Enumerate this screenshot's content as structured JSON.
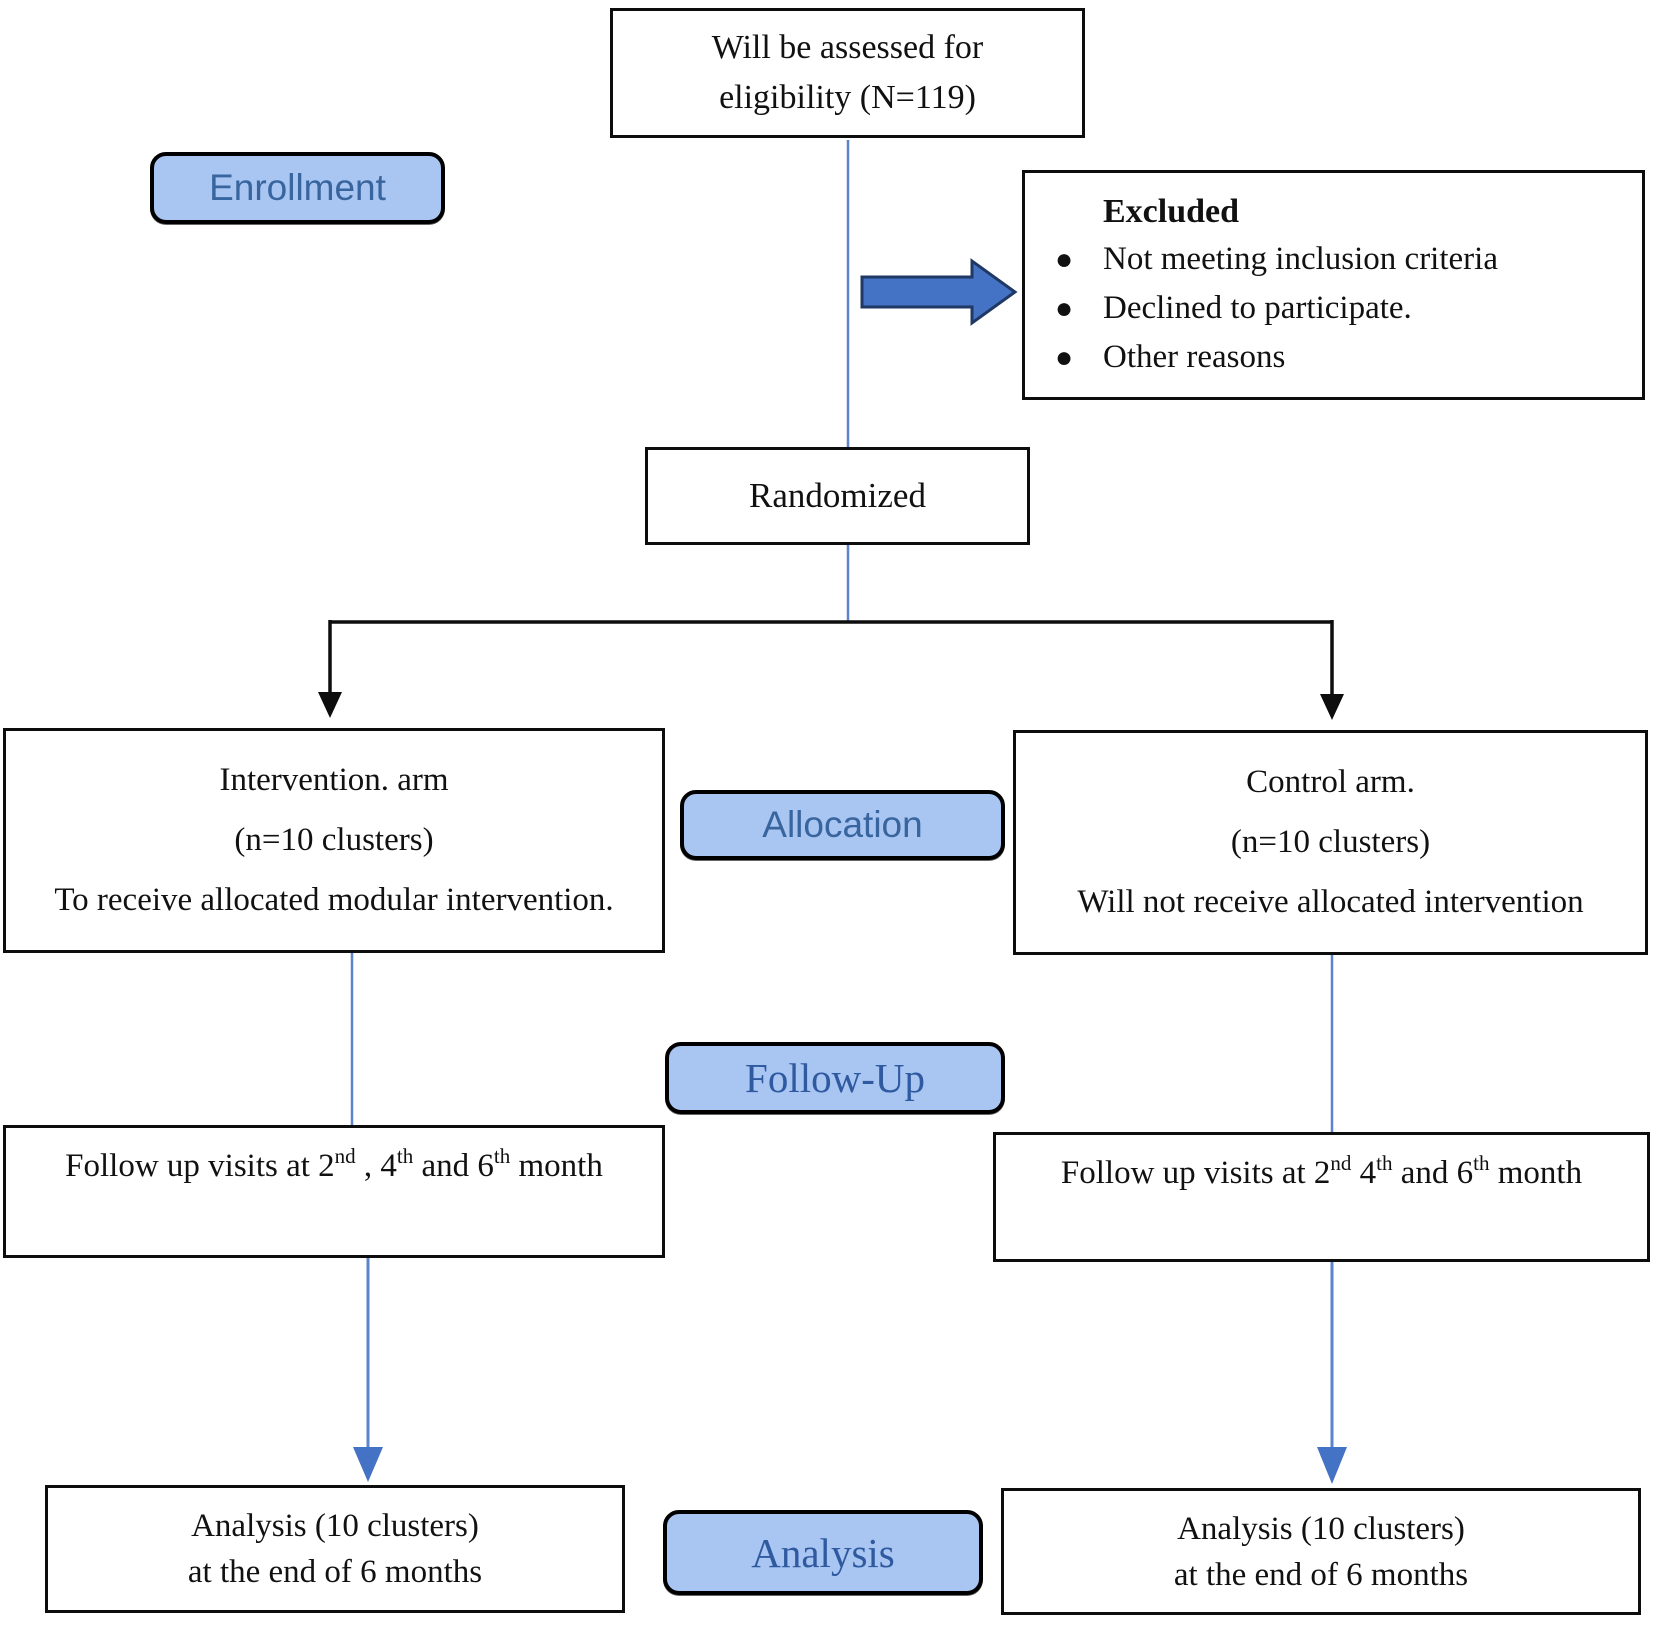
{
  "diagram": {
    "eligibility": {
      "line1": "Will be assessed for",
      "line2": "eligibility (N=119)"
    },
    "enrollment_label": "Enrollment",
    "excluded": {
      "title": "Excluded",
      "bullets": [
        "Not meeting inclusion criteria",
        "Declined to participate.",
        "Other reasons"
      ]
    },
    "randomized_label": "Randomized",
    "intervention": {
      "line1": "Intervention. arm",
      "line2": "(n=10 clusters)",
      "line3": "To receive allocated modular intervention."
    },
    "allocation_label": "Allocation",
    "control": {
      "line1": "Control arm.",
      "line2": "(n=10 clusters)",
      "line3": "Will not receive allocated intervention"
    },
    "followup_label": "Follow-Up",
    "followup_left": {
      "t1": "Follow up visits at 2",
      "s1": "nd",
      "t2": " , 4",
      "s2": "th",
      "t3": " and 6",
      "s3": "th",
      "t4": " month"
    },
    "followup_right": {
      "t1": "Follow up visits at 2",
      "s1": "nd",
      "t2": " 4",
      "s2": "th",
      "t3": " and 6",
      "s3": "th",
      "t4": " month"
    },
    "analysis_label": "Analysis",
    "analysis_left": {
      "line1": "Analysis (10 clusters)",
      "line2": "at the end of 6 months"
    },
    "analysis_right": {
      "line1": "Analysis (10 clusters)",
      "line2": "at the end of 6 months"
    },
    "bullet_glyph": "●",
    "colors": {
      "label_fill": "#a9c5f2",
      "label_text": "#38659e",
      "label_text_serif": "#2f5aa0",
      "connector_blue": "#5b84cc",
      "arrow_blue": "#4472c4",
      "arrow_dark_border": "#1f3864",
      "box_border": "#0d0d0d"
    }
  }
}
